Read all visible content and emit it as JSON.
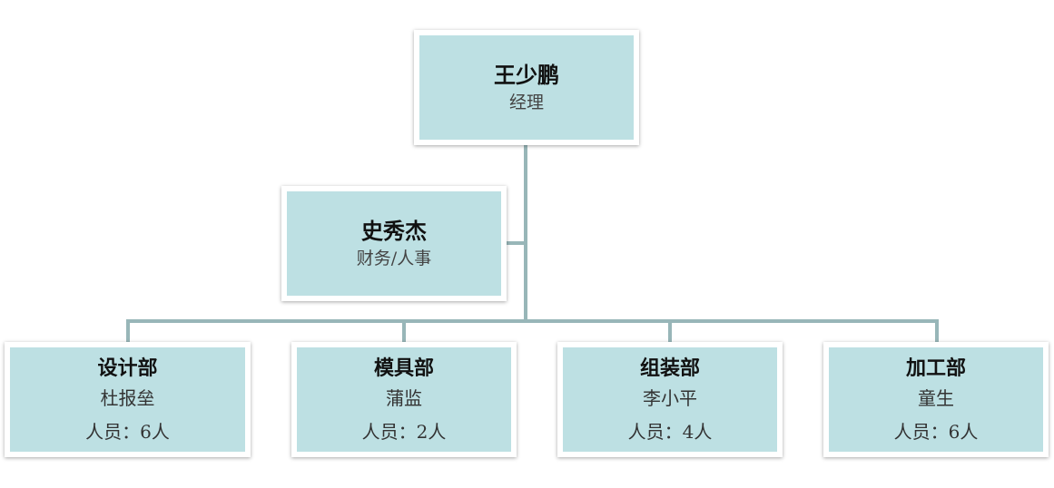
{
  "manager": {
    "name": "王少鹏",
    "title": "经理"
  },
  "assistant": {
    "name": "史秀杰",
    "title": "财务/人事"
  },
  "departments": [
    {
      "name": "设计部",
      "head": "杜报垒",
      "staff": "人员：6人"
    },
    {
      "name": "模具部",
      "head": "蒲监",
      "staff": "人员：2人"
    },
    {
      "name": "组装部",
      "head": "李小平",
      "staff": "人员：4人"
    },
    {
      "name": "加工部",
      "head": "童生",
      "staff": "人员：6人"
    }
  ],
  "colors": {
    "box_fill": "#bde0e3",
    "connector": "#98b6b8"
  }
}
